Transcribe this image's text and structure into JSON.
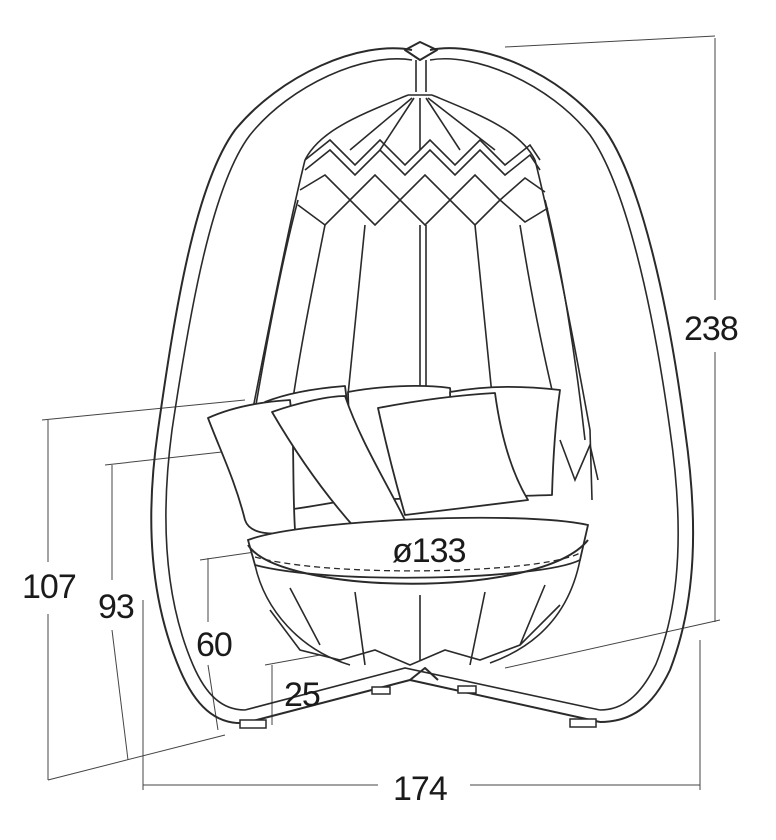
{
  "dimensions": {
    "total_height": "238",
    "width": "174",
    "seat_diameter": "ø133",
    "pod_top_height": "107",
    "cushion_height": "93",
    "seat_height": "60",
    "pod_bottom_height": "25"
  }
}
